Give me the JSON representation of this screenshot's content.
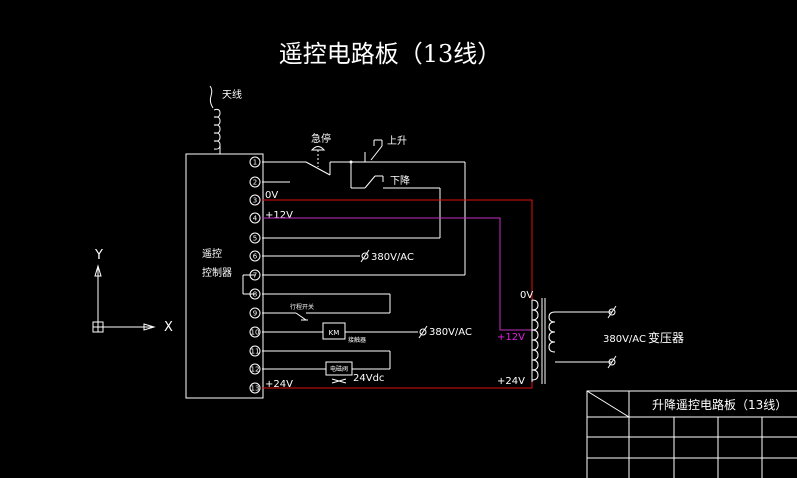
{
  "diagram": {
    "title": "遥控电路板（13线）",
    "antenna_label": "天线",
    "estop_label": "急停",
    "up_label": "上升",
    "down_label": "下降",
    "controller_label_1": "遥控",
    "controller_label_2": "控制器",
    "terminals": [
      "1",
      "2",
      "3",
      "4",
      "5",
      "6",
      "7",
      "8",
      "9",
      "10",
      "11",
      "12",
      "13"
    ],
    "t3_label": "0V",
    "t4_label": "+12V",
    "t13_label": "+24V",
    "ac_label_6": "380V/AC",
    "limit_switch_label": "行程开关",
    "contactor_symbol": "KM",
    "contactor_label": "接触器",
    "ac_label_10": "380V/AC",
    "valve_label": "电磁阀",
    "valve_voltage": "24Vdc",
    "trans_0v": "0V",
    "trans_12v": "+12V",
    "trans_24v": "+24V",
    "trans_ac": "380V/AC",
    "trans_name": "变压器",
    "axis_y": "Y",
    "axis_x": "X"
  },
  "title_block": {
    "name": "升降遥控电路板（13线）"
  },
  "colors": {
    "background": "#000000",
    "line": "#ffffff",
    "red_wire": "#e01010",
    "magenta_wire": "#c030c0"
  }
}
